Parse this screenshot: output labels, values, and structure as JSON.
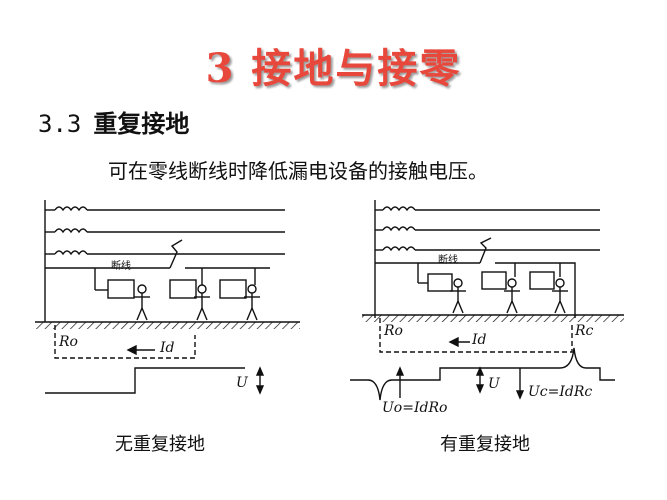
{
  "title": "3 接地与接零",
  "heading": {
    "number": "3.3",
    "text": "重复接地"
  },
  "subtitle": "可在零线断线时降低漏电设备的接触电压。",
  "left_diagram": {
    "caption": "无重复接地",
    "break_label": "断线",
    "ground_resistance": "Ro",
    "current": "Id",
    "voltage": "U"
  },
  "right_diagram": {
    "caption": "有重复接地",
    "break_label": "断线",
    "ground_resistance_left": "Ro",
    "ground_resistance_right": "Rc",
    "current": "Id",
    "voltage": "U",
    "formula_left": "Uo=IdRo",
    "formula_right": "Uc=IdRc"
  },
  "colors": {
    "title": "#e8473b",
    "line": "#111111"
  }
}
